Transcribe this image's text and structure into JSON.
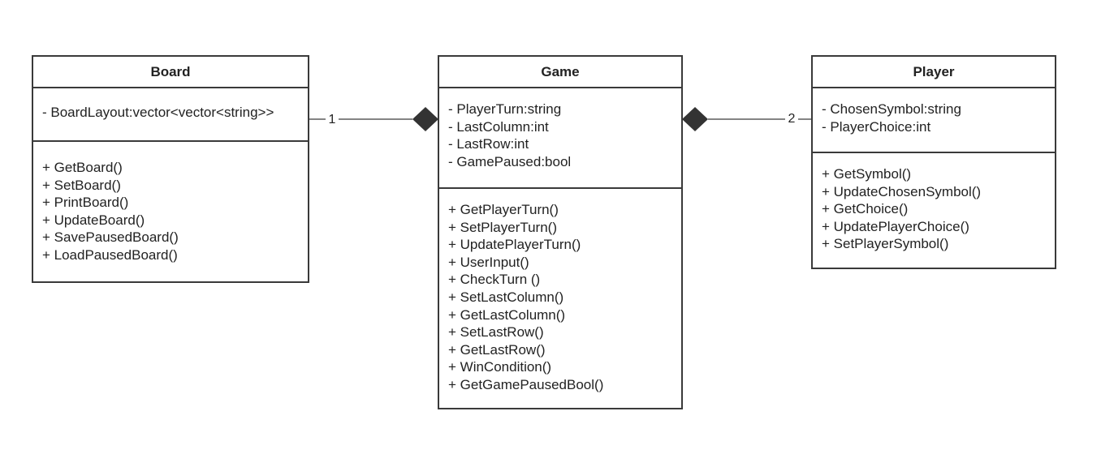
{
  "classes": {
    "board": {
      "name": "Board",
      "attributes": [
        "- BoardLayout:vector<vector<string>>"
      ],
      "methods": [
        "+ GetBoard()",
        "+ SetBoard()",
        "+ PrintBoard()",
        "+ UpdateBoard()",
        "+ SavePausedBoard()",
        "+ LoadPausedBoard()"
      ]
    },
    "game": {
      "name": "Game",
      "attributes": [
        "- PlayerTurn:string",
        "- LastColumn:int",
        "- LastRow:int",
        "- GamePaused:bool"
      ],
      "methods": [
        "+ GetPlayerTurn()",
        "+ SetPlayerTurn()",
        "+ UpdatePlayerTurn()",
        "+ UserInput()",
        "+ CheckTurn ()",
        "+ SetLastColumn()",
        "+ GetLastColumn()",
        "+ SetLastRow()",
        "+ GetLastRow()",
        "+ WinCondition()",
        "+ GetGamePausedBool()"
      ]
    },
    "player": {
      "name": "Player",
      "attributes": [
        "- ChosenSymbol:string",
        "- PlayerChoice:int"
      ],
      "methods": [
        "+ GetSymbol()",
        "+ UpdateChosenSymbol()",
        "+ GetChoice()",
        "+ UpdatePlayerChoice()",
        "+ SetPlayerSymbol()"
      ]
    }
  },
  "relations": {
    "board_game": {
      "multiplicity": "1",
      "type": "composition"
    },
    "game_player": {
      "multiplicity": "2",
      "type": "composition"
    }
  },
  "colors": {
    "stroke": "#3a3a3a",
    "text": "#222222",
    "background": "#ffffff"
  }
}
